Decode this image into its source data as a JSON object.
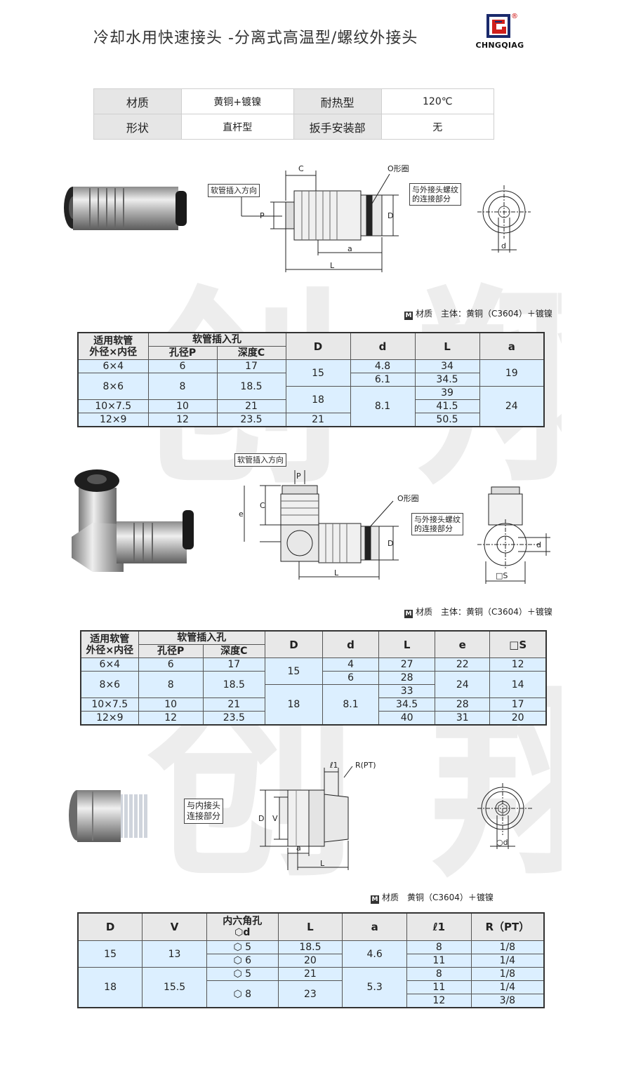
{
  "header": {
    "title": "冷却水用快速接头 -分离式高温型/螺纹外接头",
    "logo_text": "CHNGQIAG",
    "logo_registered": "®"
  },
  "watermark": {
    "text": "创 翔"
  },
  "info_table": {
    "rows": [
      [
        "材质",
        "黄铜+镀镍",
        "耐热型",
        "120℃"
      ],
      [
        "形状",
        "直杆型",
        "扳手安装部",
        "无"
      ]
    ]
  },
  "section1": {
    "labels": {
      "hose_direction": "软管插入方向",
      "oring": "O形圈",
      "ext_connect_l1": "与外接头螺纹",
      "ext_connect_l2": "的连接部分",
      "C": "C",
      "P": "P",
      "D": "D",
      "a": "a",
      "L": "L",
      "d": "d"
    },
    "material_mark": "M",
    "material": "材质　主体：黄铜（C3604）＋镀镍",
    "table": {
      "h_hose_l1": "适用软管",
      "h_hose_l2": "外径×内径",
      "h_insert": "软管插入孔",
      "h_P": "孔径P",
      "h_C": "深度C",
      "h_D": "D",
      "h_d": "d",
      "h_L": "L",
      "h_a": "a",
      "c_6x4": "6×4",
      "c_8x6": "8×6",
      "c_10x75": "10×7.5",
      "c_12x9": "12×9",
      "P_6": "6",
      "P_8": "8",
      "P_10": "10",
      "P_12": "12",
      "C_17": "17",
      "C_185": "18.5",
      "C_21": "21",
      "C_235": "23.5",
      "D_15": "15",
      "D_18": "18",
      "D_21": "21",
      "d_48": "4.8",
      "d_61": "6.1",
      "d_81": "8.1",
      "L_34": "34",
      "L_345": "34.5",
      "L_39": "39",
      "L_415": "41.5",
      "L_505": "50.5",
      "a_19": "19",
      "a_24": "24"
    }
  },
  "section2": {
    "labels": {
      "hose_direction": "软管插入方向",
      "oring": "O形圈",
      "ext_connect_l1": "与外接头螺纹",
      "ext_connect_l2": "的连接部分",
      "P": "P",
      "e": "e",
      "C": "C",
      "D": "D",
      "L": "L",
      "d": "d",
      "S": "□S"
    },
    "material_mark": "M",
    "material": "材质　主体：黄铜（C3604）＋镀镍",
    "table": {
      "h_hose_l1": "适用软管",
      "h_hose_l2": "外径×内径",
      "h_insert": "软管插入孔",
      "h_P": "孔径P",
      "h_C": "深度C",
      "h_D": "D",
      "h_d": "d",
      "h_L": "L",
      "h_e": "e",
      "h_S": "□S",
      "c_6x4": "6×4",
      "c_8x6": "8×6",
      "c_10x75": "10×7.5",
      "c_12x9": "12×9",
      "P_6": "6",
      "P_8": "8",
      "P_10": "10",
      "P_12": "12",
      "C_17": "17",
      "C_185": "18.5",
      "C_21": "21",
      "C_235": "23.5",
      "D_15": "15",
      "D_18": "18",
      "d_4": "4",
      "d_6": "6",
      "d_81": "8.1",
      "L_27": "27",
      "L_28": "28",
      "L_33": "33",
      "L_345": "34.5",
      "L_40": "40",
      "e_22": "22",
      "e_24": "24",
      "e_28": "28",
      "e_31": "31",
      "S_12": "12",
      "S_14": "14",
      "S_17": "17",
      "S_20": "20"
    }
  },
  "section3": {
    "labels": {
      "int_connect_l1": "与内接头",
      "int_connect_l2": "连接部分",
      "l1": "ℓ1",
      "R": "R(PT)",
      "D": "D",
      "V": "V",
      "a": "a",
      "L": "L",
      "hexd": "○d"
    },
    "material_mark": "M",
    "material": "材质　黄铜（C3604）＋镀镍",
    "table": {
      "h_D": "D",
      "h_V": "V",
      "h_hex_l1": "内六角孔",
      "h_hex_l2": "⬡d",
      "h_L": "L",
      "h_a": "a",
      "h_l1": "ℓ1",
      "h_R": "R（PT）",
      "D_15": "15",
      "D_18": "18",
      "V_13": "13",
      "V_155": "15.5",
      "hex_5a": "⬡ 5",
      "hex_6": "⬡ 6",
      "hex_5b": "⬡ 5",
      "hex_8": "⬡ 8",
      "L_185": "18.5",
      "L_20": "20",
      "L_21": "21",
      "L_23": "23",
      "a_46": "4.6",
      "a_53": "5.3",
      "l1_8a": "8",
      "l1_11a": "11",
      "l1_8b": "8",
      "l1_11b": "11",
      "l1_12": "12",
      "R_18a": "1/8",
      "R_14a": "1/4",
      "R_18b": "1/8",
      "R_14b": "1/4",
      "R_38": "3/8"
    }
  }
}
